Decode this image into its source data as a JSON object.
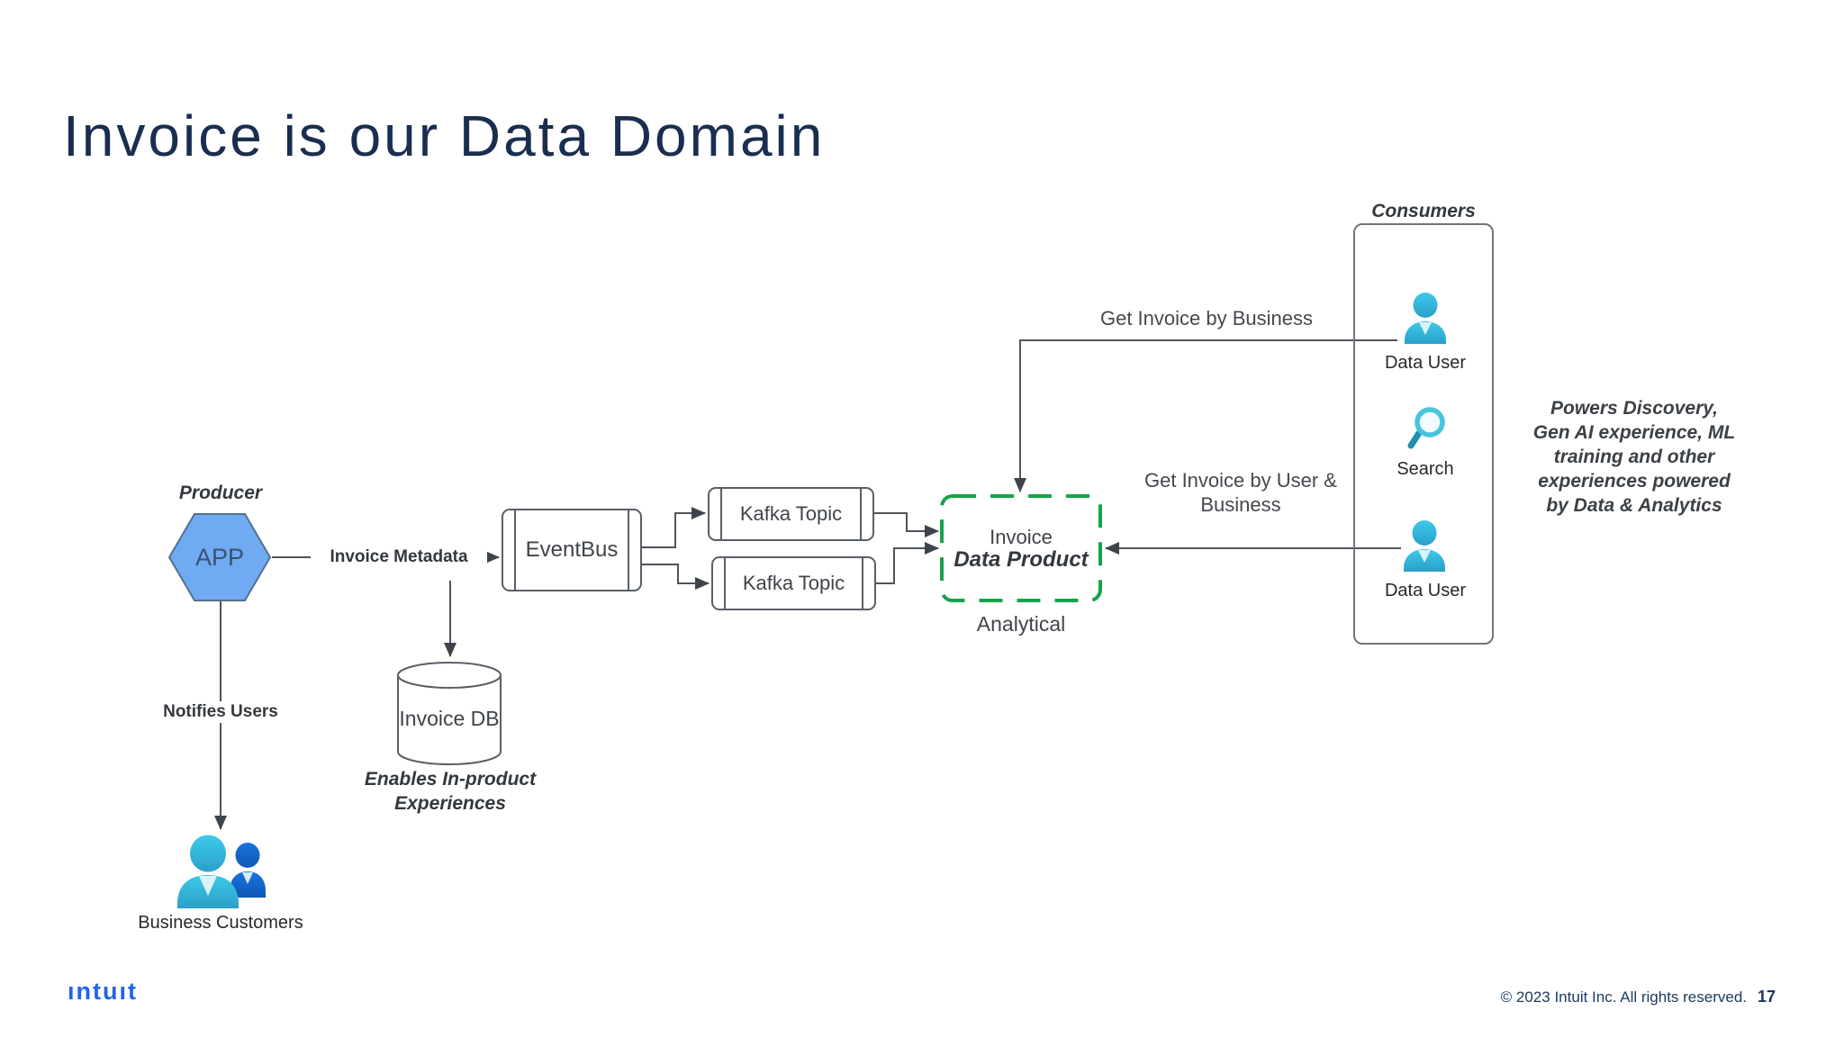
{
  "title": "Invoice is our Data Domain",
  "diagram": {
    "producer": {
      "label": "Producer",
      "app_label": "APP"
    },
    "eventbus_label": "EventBus",
    "kafka_topic_1": "Kafka Topic",
    "kafka_topic_2": "Kafka Topic",
    "invoice_db_label": "Invoice DB",
    "enables_label": "Enables In-product Experiences",
    "business_customers_label": "Business Customers",
    "edge_labels": {
      "invoice_metadata": "Invoice Metadata",
      "notifies_users": "Notifies Users",
      "get_invoice_by_business": "Get Invoice by Business",
      "get_invoice_by_user": "Get Invoice by User & Business"
    },
    "data_product": {
      "line1": "Invoice",
      "line2": "Data Product",
      "caption": "Analytical"
    },
    "consumers": {
      "title": "Consumers",
      "data_user_1": "Data User",
      "search": "Search",
      "data_user_2": "Data User"
    },
    "annotation": {
      "lines": [
        "Powers Discovery,",
        "Gen AI experience, ML",
        "training and other",
        "experiences powered",
        "by Data & Analytics"
      ]
    },
    "icons": {
      "data_user": "person-icon",
      "search": "magnifier-icon",
      "business_customers": "two-people-icon",
      "app": "hexagon-shape",
      "invoice_db": "database-cylinder"
    }
  },
  "footer": {
    "logo_text": "ıntuıt",
    "copyright": "© 2023 Intuit Inc. All rights reserved.",
    "page_number": "17"
  },
  "colors": {
    "title_navy": "#1A2E4F",
    "line_gray": "#4F545A",
    "green_accent": "#18A24B",
    "hexagon_blue": "#70AAF2",
    "icon_cyan": "#35BFE0",
    "icon_blue": "#1467CE",
    "logo_blue": "#2263E8"
  }
}
